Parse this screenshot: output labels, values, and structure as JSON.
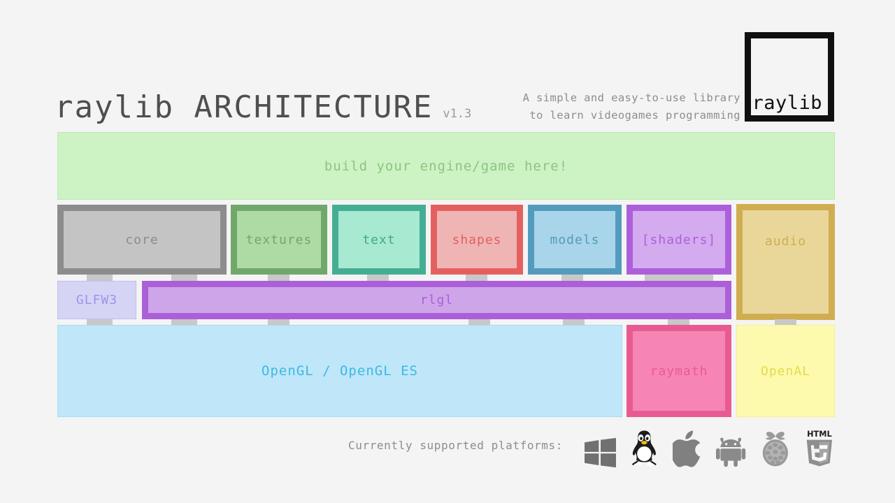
{
  "header": {
    "title": "raylib ARCHITECTURE",
    "version": "v1.3",
    "tagline_line1": "A simple and easy-to-use library",
    "tagline_line2": "to learn videogames programming",
    "logo_text": "raylib",
    "logo_border_color": "#101010"
  },
  "banner": {
    "label": "build your engine/game here!",
    "fill": "#cdf2c3",
    "text_color": "#8dc483"
  },
  "modules": [
    {
      "label": "core",
      "fill": "#c4c4c4",
      "border": "#8c8c8c"
    },
    {
      "label": "textures",
      "fill": "#aedba4",
      "border": "#6fa86a"
    },
    {
      "label": "text",
      "fill": "#a7e9d1",
      "border": "#44ad92"
    },
    {
      "label": "shapes",
      "fill": "#efb5b5",
      "border": "#e4605f"
    },
    {
      "label": "models",
      "fill": "#a8d5e9",
      "border": "#539bbd"
    },
    {
      "label": "[shaders]",
      "fill": "#d4abef",
      "border": "#ad5fdb"
    },
    {
      "label": "audio",
      "fill": "#e9d79a",
      "border": "#d0ad51"
    }
  ],
  "middle_layer": [
    {
      "label": "GLFW3",
      "fill": "#d6d4f5",
      "border": "#c0bdf0"
    },
    {
      "label": "rlgl",
      "fill": "#cfa5ea",
      "border": "#ab5fd8"
    }
  ],
  "bottom_layer": [
    {
      "label": "OpenGL / OpenGL ES",
      "fill": "#bfe6f9",
      "border": "#a8dcf4"
    },
    {
      "label": "raymath",
      "fill": "#f785b3",
      "border": "#e85b92"
    },
    {
      "label": "OpenAL",
      "fill": "#fdfaad",
      "border": "#f4ef94"
    }
  ],
  "footer": {
    "label": "Currently supported platforms:",
    "platforms": [
      "windows-icon",
      "linux-tux-icon",
      "apple-icon",
      "android-icon",
      "raspberry-pi-icon",
      "html5-icon"
    ]
  },
  "background_color": "#f4f4f4"
}
